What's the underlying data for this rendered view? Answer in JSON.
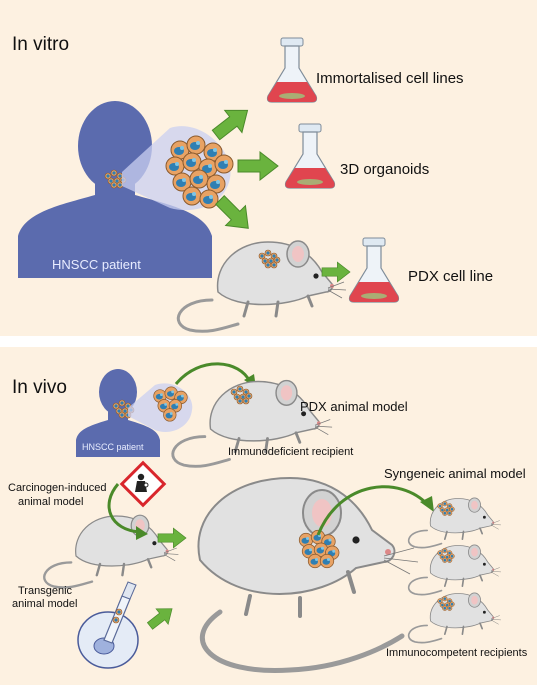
{
  "in_vitro": {
    "title": "In vitro",
    "patient_label": "HNSCC patient",
    "outputs": [
      "Immortalised cell lines",
      "3D organoids",
      "PDX cell line"
    ]
  },
  "in_vivo": {
    "title": "In vivo",
    "patient_label": "HNSCC patient",
    "pdx_model": "PDX animal model",
    "pdx_recipient": "Immunodeficient recipient",
    "carcinogen_model": [
      "Carcinogen-induced",
      "animal model"
    ],
    "transgenic_model": [
      "Transgenic",
      "animal model"
    ],
    "syngeneic_model": "Syngeneic animal model",
    "syngeneic_recipients": "Immunocompetent recipients"
  },
  "colors": {
    "background": "#fdf1e1",
    "patient": "#5b6bae",
    "arrow": "#6ab33e",
    "flask_medium": "#e0454f",
    "mouse": "#d9d9d9",
    "hazard": "#d9262c"
  }
}
